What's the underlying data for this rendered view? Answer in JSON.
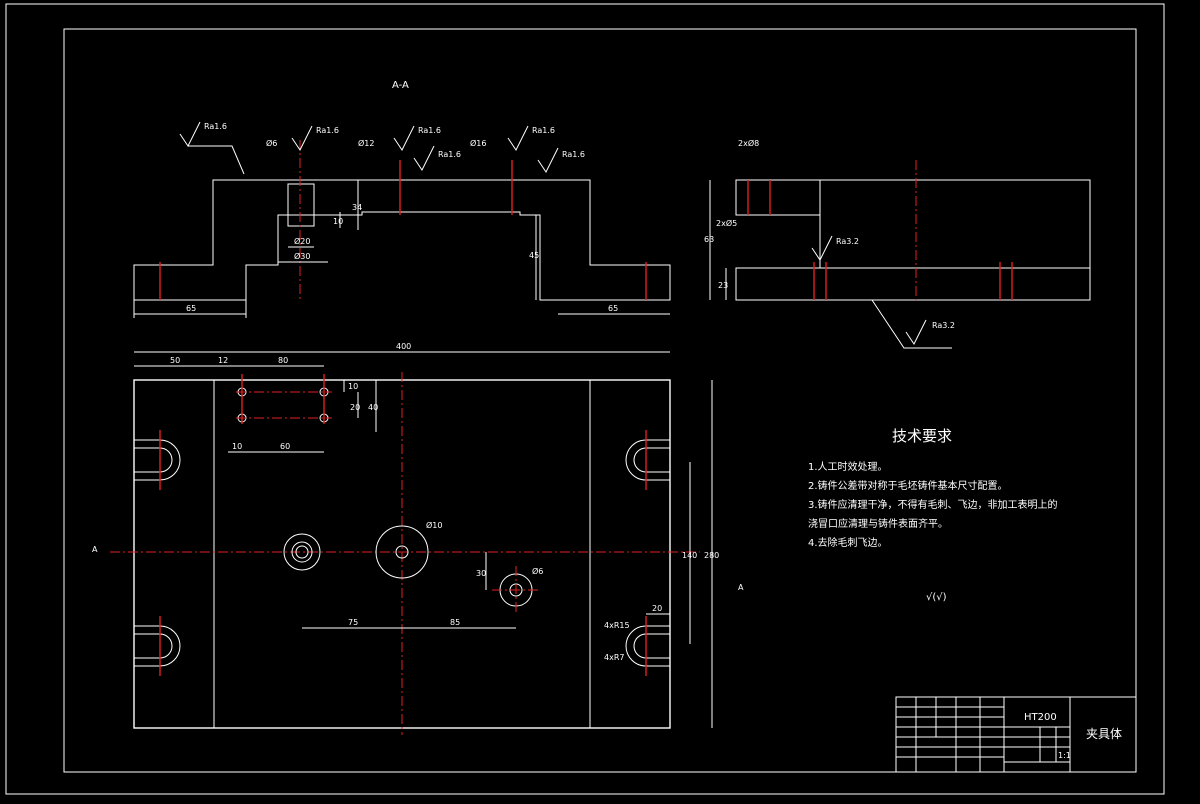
{
  "section_label": "A-A",
  "section_marker_left": "A",
  "section_marker_right": "A",
  "roughness": {
    "ra16": "Ra1.6",
    "ra32": "Ra3.2"
  },
  "top_dims": {
    "d65_left": "65",
    "d65_right": "65",
    "d45": "45",
    "d34": "34",
    "d10": "10",
    "d20": "Ø20",
    "d30": "Ø30",
    "hole1": "Ø6",
    "hole2": "Ø12",
    "hole3": "Ø16"
  },
  "side_dims": {
    "hole_top": "2xØ8",
    "hole_mid": "2xØ5",
    "h63": "63",
    "h23": "23"
  },
  "plan_dims": {
    "total_width": "400",
    "d50": "50",
    "d12": "12",
    "d80": "80",
    "d10a": "10",
    "d20": "20",
    "d40": "40",
    "d10b": "10",
    "d60": "60",
    "d75": "75",
    "d85": "85",
    "d140": "140",
    "d280": "280",
    "d20b": "20",
    "d30": "30",
    "phi6": "Ø6",
    "phi10": "Ø10",
    "r15": "4xR15",
    "r17": "4xR7"
  },
  "tech": {
    "title": "技术要求",
    "items": [
      "1.人工时效处理。",
      "2.铸件公差带对称于毛坯铸件基本尺寸配置。",
      "3.铸件应清理干净，不得有毛刺、飞边，非加工表明上的",
      "浇冒口应清理与铸件表面齐平。",
      "4.去除毛刺飞边。"
    ],
    "roughness_note": "√(√)"
  },
  "title_block": {
    "material": "HT200",
    "part_name": "夹具体",
    "scale": "1:1"
  }
}
